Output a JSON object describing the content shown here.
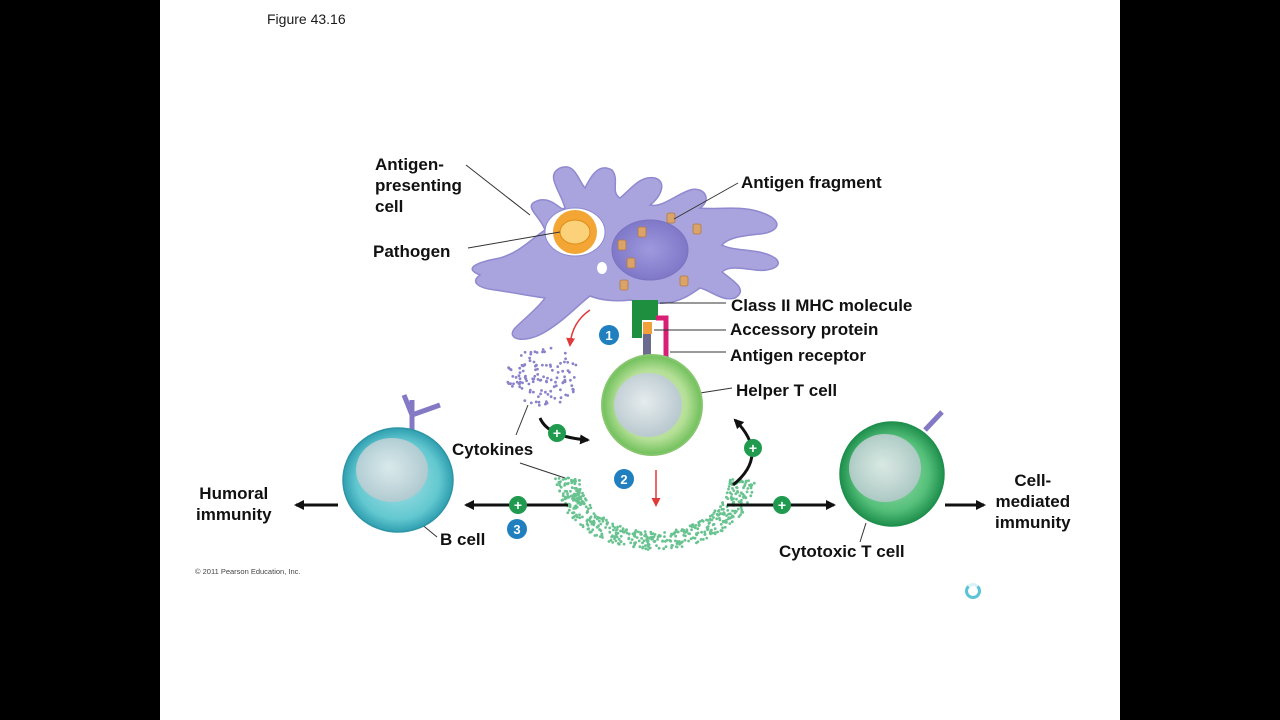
{
  "slide": {
    "figure_title": "Figure 43.16",
    "copyright": "© 2011 Pearson Education, Inc."
  },
  "labels": {
    "apc_line1": "Antigen-",
    "apc_line2": "presenting",
    "apc_line3": "cell",
    "pathogen": "Pathogen",
    "antigen_fragment": "Antigen fragment",
    "class2_mhc": "Class II MHC molecule",
    "accessory_protein": "Accessory protein",
    "antigen_receptor": "Antigen receptor",
    "helper_t_cell": "Helper T cell",
    "cytokines": "Cytokines",
    "humoral_line1": "Humoral",
    "humoral_line2": "immunity",
    "b_cell": "B cell",
    "cytotoxic_t_cell": "Cytotoxic T cell",
    "cell_mediated_line1": "Cell-",
    "cell_mediated_line2": "mediated",
    "cell_mediated_line3": "immunity"
  },
  "steps": [
    "1",
    "2",
    "3"
  ],
  "plus_sign": "+",
  "colors": {
    "apc": "#a7a3dc",
    "pathogen": "#f5a93a",
    "antigen_fragment": "#d9a36a",
    "mhc": "#1e8f3e",
    "receptor_pink": "#d81f74",
    "helper_t": "#b9e29e",
    "b_cell": "#5cc6cf",
    "cytotoxic_t": "#4fbf78",
    "cytokine_dots": "#69c391",
    "step_circle": "#1f7fbf",
    "plus_circle": "#1f9a4f",
    "red_arrow": "#e03a3a"
  },
  "icons": [
    "loading-icon"
  ]
}
